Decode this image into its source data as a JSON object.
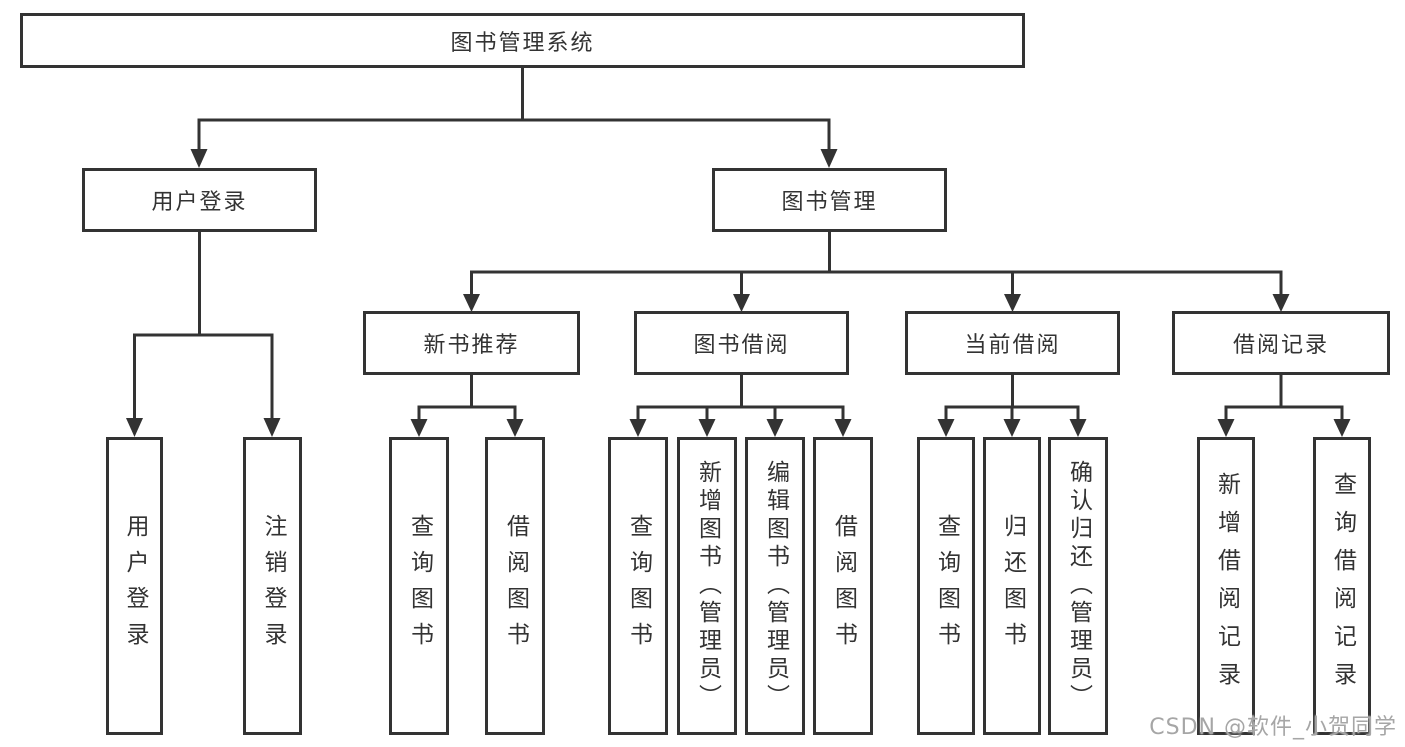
{
  "diagram": {
    "root_label": "图书管理系统",
    "branches": [
      {
        "label": "用户登录",
        "leaves": [
          "用户登录",
          "注销登录"
        ]
      },
      {
        "label": "图书管理",
        "sections": [
          {
            "label": "新书推荐",
            "leaves": [
              "查询图书",
              "借阅图书"
            ]
          },
          {
            "label": "图书借阅",
            "leaves": [
              "查询图书",
              "新增图书（管理员）",
              "编辑图书（管理员）",
              "借阅图书"
            ]
          },
          {
            "label": "当前借阅",
            "leaves": [
              "查询图书",
              "归还图书",
              "确认归还（管理员）"
            ]
          },
          {
            "label": "借阅记录",
            "leaves": [
              "新增借阅记录",
              "查询借阅记录"
            ]
          }
        ]
      }
    ]
  },
  "watermark": "CSDN @软件_小贺同学",
  "colors": {
    "line": "#333333",
    "box_border": "#333333",
    "text": "#333333",
    "watermark": "#a6a6a6",
    "background": "#ffffff"
  }
}
